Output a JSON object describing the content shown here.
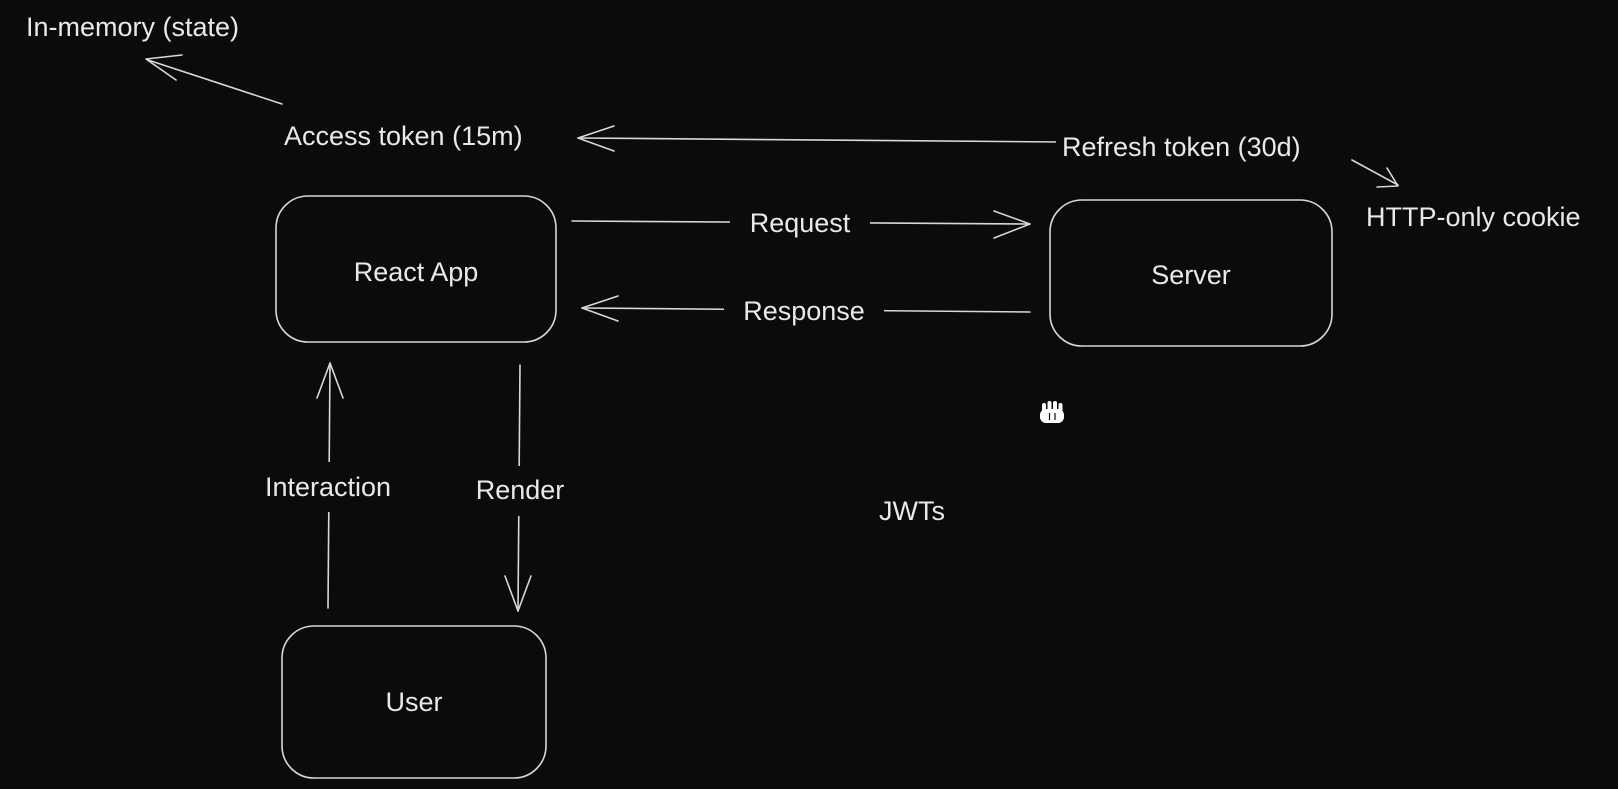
{
  "nodes": {
    "react_app": "React App",
    "server": "Server",
    "user": "User"
  },
  "labels": {
    "in_memory": "In-memory (state)",
    "access_token": "Access token (15m)",
    "refresh_token": "Refresh token (30d)",
    "http_only_cookie": "HTTP-only cookie",
    "request": "Request",
    "response": "Response",
    "interaction": "Interaction",
    "render": "Render",
    "jwts": "JWTs"
  },
  "colors": {
    "background": "#0b0b0b",
    "stroke": "#d8d8d8",
    "text": "#e9e9e9"
  },
  "cursor_icon": "grab-hand-icon"
}
